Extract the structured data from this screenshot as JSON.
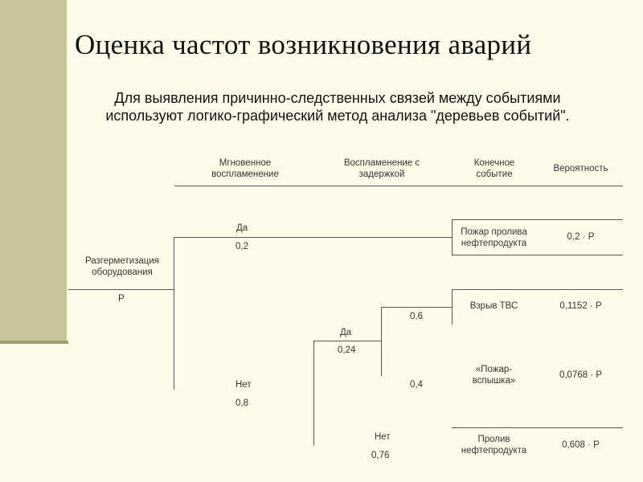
{
  "slide": {
    "title": "Оценка частот возникновения аварий",
    "subtitle": "Для выявления причинно-следственных связей между событиями используют логико-графический метод анализа \"деревьев событий\"."
  },
  "tree": {
    "headers": {
      "instant_line1": "Мгновенное",
      "instant_line2": "воспламенение",
      "delayed_line1": "Воспламенение с",
      "delayed_line2": "задержкой",
      "final_line1": "Конечное",
      "final_line2": "событие",
      "probability": "Вероятность"
    },
    "initial": {
      "line1": "Разгерметизация",
      "line2": "оборудования",
      "prob": "Р"
    },
    "instant_yes": {
      "label": "Да",
      "prob": "0,2"
    },
    "instant_no": {
      "label": "Нет",
      "prob": "0,8"
    },
    "delayed_yes": {
      "label": "Да",
      "prob": "0,24"
    },
    "delayed_no": {
      "label": "Нет",
      "prob": "0,76"
    },
    "split_upper": "0,6",
    "split_lower": "0,4",
    "outcomes": [
      {
        "line1": "Пожар пролива",
        "line2": "нефтепродукта",
        "prob": "0,2 · Р"
      },
      {
        "line1": "Взрыв ТВС",
        "line2": "",
        "prob": "0,1152 · Р"
      },
      {
        "line1": "«Пожар-",
        "line2": "вспышка»",
        "prob": "0,0768 · Р"
      },
      {
        "line1": "Пролив",
        "line2": "нефтепродукта",
        "prob": "0,608 · Р"
      }
    ]
  }
}
